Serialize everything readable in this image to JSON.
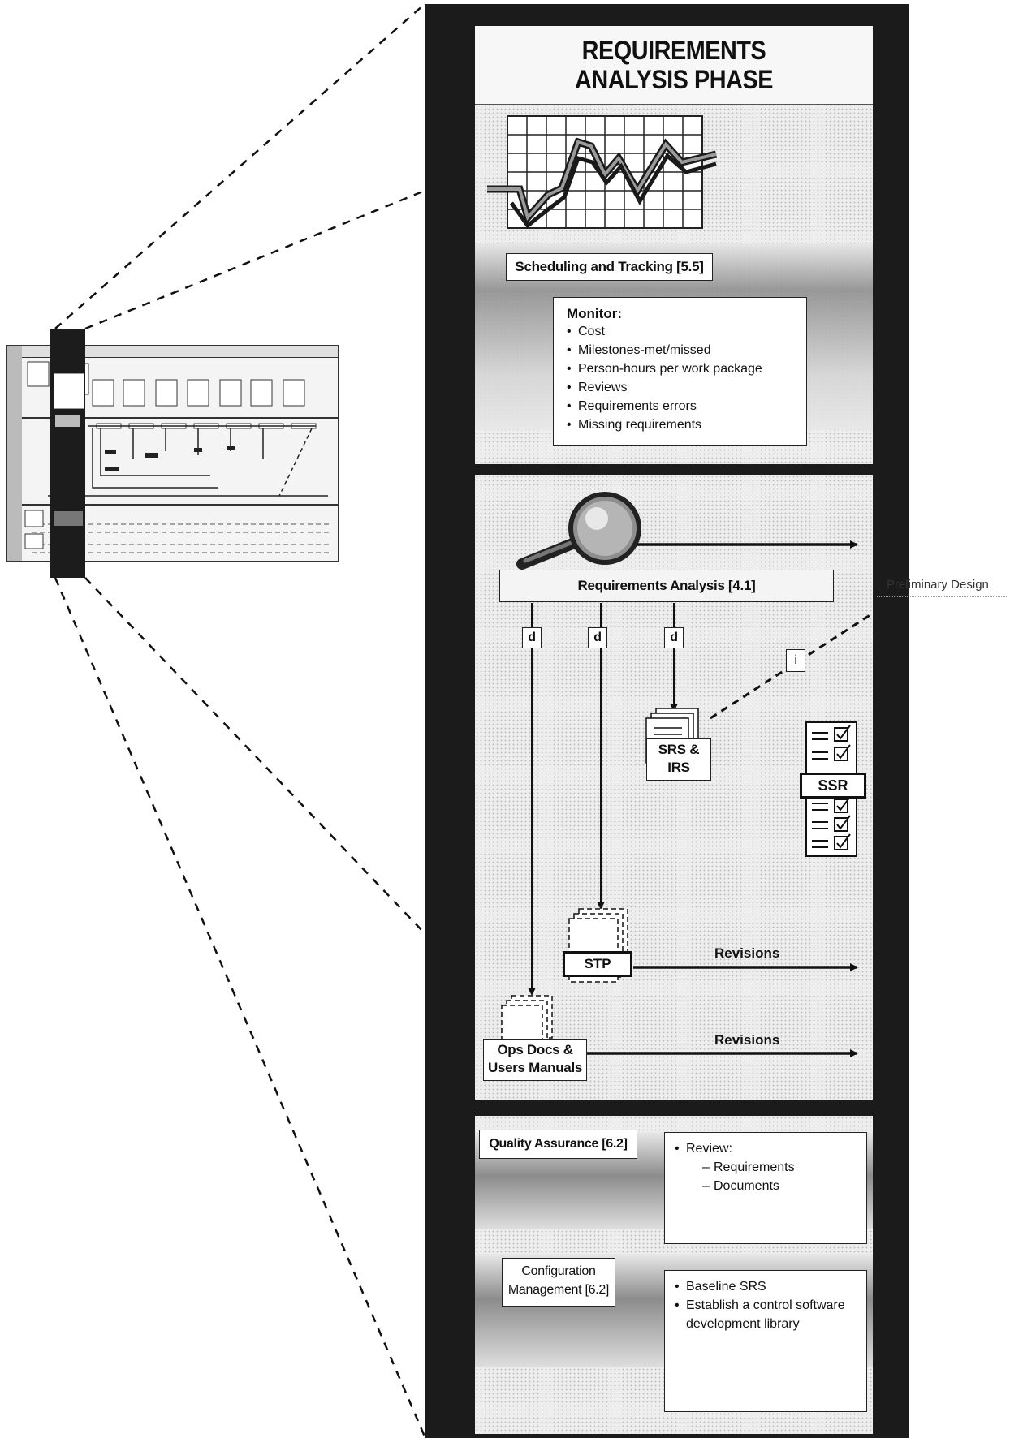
{
  "phase": {
    "title_line1": "REQUIREMENTS",
    "title_line2": "ANALYSIS PHASE"
  },
  "scheduling": {
    "label": "Scheduling and Tracking [5.5]",
    "monitor_heading": "Monitor:",
    "monitor_items": [
      "Cost",
      "Milestones-met/missed",
      "Person-hours per work package",
      "Reviews",
      "Requirements errors",
      "Missing requirements"
    ]
  },
  "flow": {
    "analysis_label": "Requirements Analysis [4.1]",
    "next_phase_label": "Preliminary Design",
    "d_marker": "d",
    "i_marker": "i",
    "srs_label_line1": "SRS &",
    "srs_label_line2": "IRS",
    "ssr_label": "SSR",
    "stp_label": "STP",
    "ops_label_line1": "Ops Docs &",
    "ops_label_line2": "Users Manuals",
    "revisions_label": "Revisions"
  },
  "qa": {
    "label": "Quality Assurance [6.2]",
    "item": "Review:",
    "subitems": [
      "Requirements",
      "Documents"
    ]
  },
  "cm": {
    "label_line1": "Configuration",
    "label_line2": "Management [6.2]",
    "items": [
      "Baseline SRS",
      "Establish a control software development library"
    ]
  },
  "icons": {
    "chart": "line-chart-icon",
    "magnifier": "magnifying-glass-icon",
    "documents": "document-stack-icon",
    "checklist": "checklist-icon"
  }
}
